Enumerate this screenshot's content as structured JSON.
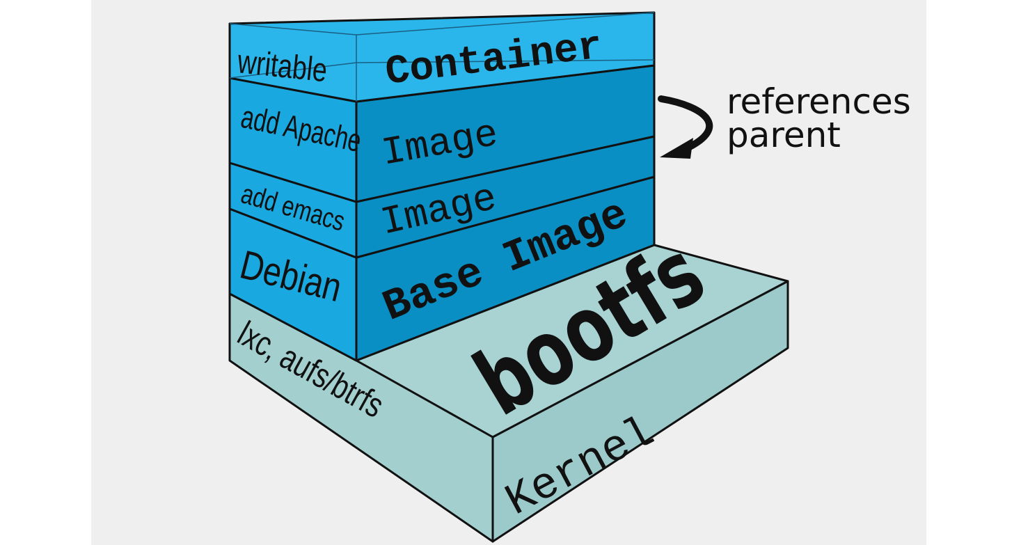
{
  "colors": {
    "background": "#efefef",
    "kernel_top": "#a9d3d3",
    "kernel_front": "#a4cfcf",
    "kernel_side": "#9cc9c9",
    "layer_light": "#1aa8e0",
    "layer_dark": "#0a8fc4",
    "container": "#2ab6ea"
  },
  "layers": {
    "container": {
      "left_label": "writable",
      "front_label": "Container"
    },
    "apache": {
      "left_label": "add Apache",
      "front_label": "Image"
    },
    "emacs": {
      "left_label": "add emacs",
      "front_label": "Image"
    },
    "debian": {
      "left_label": "Debian",
      "front_label": "Base Image"
    },
    "kernel": {
      "left_label": "lxc, aufs/btrfs",
      "front_label": "Kernel",
      "top_label": "bootfs"
    }
  },
  "annotation": {
    "line1": "references",
    "line2": "parent",
    "icon": "curved-arrow-icon"
  }
}
